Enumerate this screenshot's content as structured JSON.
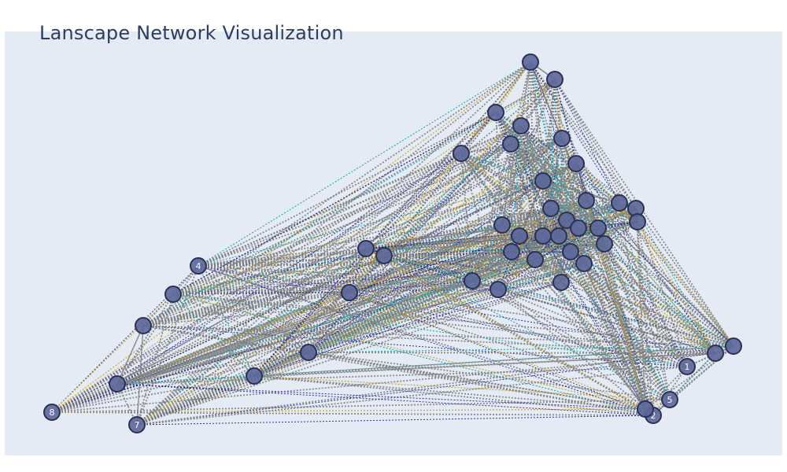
{
  "title": "Lanscape Network Visualization",
  "colors": {
    "background": "#e5ebf5",
    "node_fill": "#5b679a",
    "node_stroke": "#2b3155",
    "label": "#ffffff",
    "edge_gray": "#7f7f7f",
    "edge_gold": "#c9a227",
    "edge_teal": "#17a2a2",
    "edge_navy": "#1d1d8c"
  },
  "nodes": [
    {
      "id": "n1",
      "label": "8"
    },
    {
      "id": "n2",
      "label": "7"
    },
    {
      "id": "n3",
      "label": "5"
    },
    {
      "id": "n4",
      "label": "2"
    },
    {
      "id": "n5",
      "label": "1"
    },
    {
      "id": "n6",
      "label": "4"
    },
    {
      "id": "n7",
      "label": ""
    },
    {
      "id": "n8",
      "label": ""
    },
    {
      "id": "n9",
      "label": ""
    },
    {
      "id": "n10",
      "label": ""
    },
    {
      "id": "n11",
      "label": ""
    },
    {
      "id": "n12",
      "label": ""
    },
    {
      "id": "n13",
      "label": ""
    },
    {
      "id": "n14",
      "label": ""
    },
    {
      "id": "n15",
      "label": ""
    },
    {
      "id": "n16",
      "label": ""
    },
    {
      "id": "n17",
      "label": ""
    },
    {
      "id": "n18",
      "label": ""
    },
    {
      "id": "n19",
      "label": ""
    },
    {
      "id": "n20",
      "label": ""
    },
    {
      "id": "n21",
      "label": ""
    },
    {
      "id": "n22",
      "label": ""
    },
    {
      "id": "n23",
      "label": ""
    },
    {
      "id": "n24",
      "label": ""
    },
    {
      "id": "n25",
      "label": ""
    },
    {
      "id": "n26",
      "label": ""
    },
    {
      "id": "n27",
      "label": ""
    },
    {
      "id": "n28",
      "label": ""
    },
    {
      "id": "n29",
      "label": ""
    },
    {
      "id": "n30",
      "label": ""
    },
    {
      "id": "n31",
      "label": ""
    },
    {
      "id": "n32",
      "label": ""
    },
    {
      "id": "n33",
      "label": ""
    },
    {
      "id": "n34",
      "label": ""
    },
    {
      "id": "n35",
      "label": ""
    },
    {
      "id": "n36",
      "label": ""
    },
    {
      "id": "n37",
      "label": ""
    },
    {
      "id": "n38",
      "label": ""
    },
    {
      "id": "n39",
      "label": ""
    },
    {
      "id": "n40",
      "label": ""
    },
    {
      "id": "n41",
      "label": ""
    },
    {
      "id": "n42",
      "label": ""
    },
    {
      "id": "n43",
      "label": ""
    },
    {
      "id": "n44",
      "label": ""
    },
    {
      "id": "n45",
      "label": ""
    },
    {
      "id": "n46",
      "label": ""
    }
  ]
}
